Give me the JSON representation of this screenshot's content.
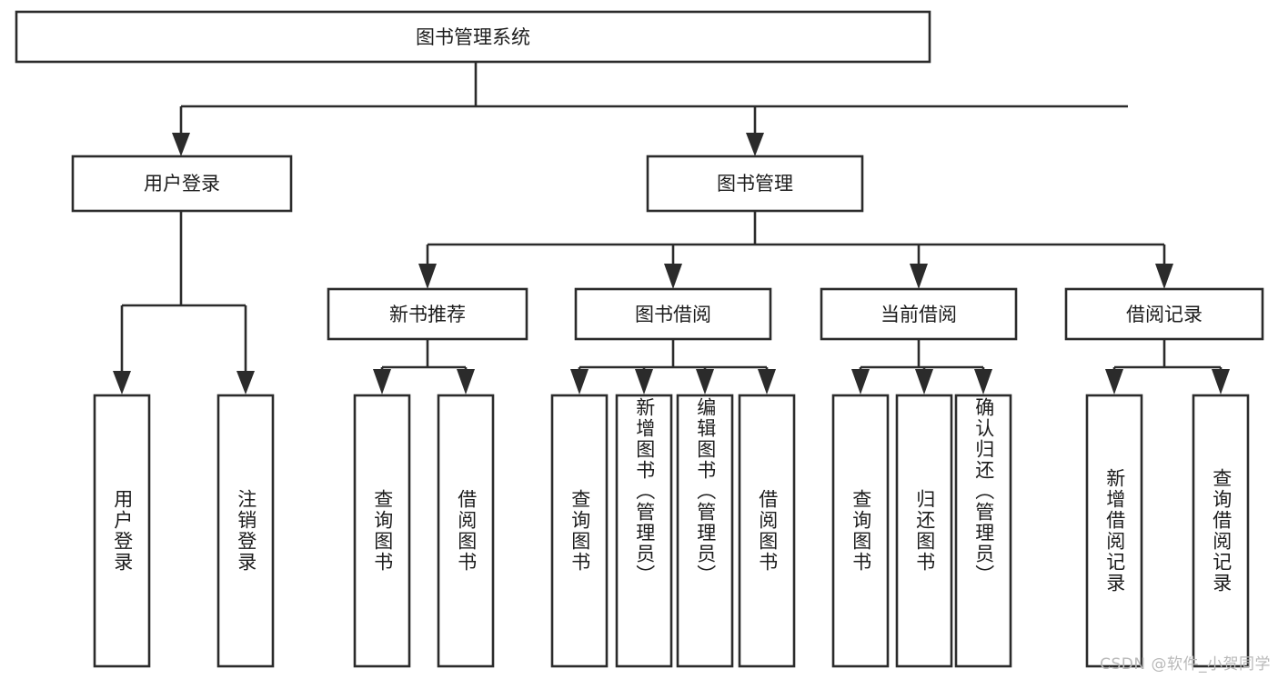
{
  "diagram": {
    "title": "图书管理系统",
    "type": "hierarchy-tree",
    "watermark": "CSDN @软件_小贺同学",
    "colors": {
      "background": "#ffffff",
      "stroke": "#2b2b2b",
      "box_fill": "#ffffff",
      "text": "#1c1c1c",
      "watermark": "#b9b9b9"
    },
    "root": {
      "label": "图书管理系统"
    },
    "level2": [
      {
        "label": "用户登录"
      },
      {
        "label": "图书管理"
      }
    ],
    "level3": [
      {
        "label": "新书推荐"
      },
      {
        "label": "图书借阅"
      },
      {
        "label": "当前借阅"
      },
      {
        "label": "借阅记录"
      }
    ],
    "leaves": {
      "user_login": [
        {
          "label": "用户登录"
        },
        {
          "label": "注销登录"
        }
      ],
      "new_book_recommend": [
        {
          "label": "查询图书"
        },
        {
          "label": "借阅图书"
        }
      ],
      "book_borrow": [
        {
          "label": "查询图书"
        },
        {
          "label": "新增图书（管理员）"
        },
        {
          "label": "编辑图书（管理员）"
        },
        {
          "label": "借阅图书"
        }
      ],
      "current_borrow": [
        {
          "label": "查询图书"
        },
        {
          "label": "归还图书"
        },
        {
          "label": "确认归还（管理员）"
        }
      ],
      "borrow_records": [
        {
          "label": "新增借阅记录"
        },
        {
          "label": "查询借阅记录"
        }
      ]
    }
  }
}
